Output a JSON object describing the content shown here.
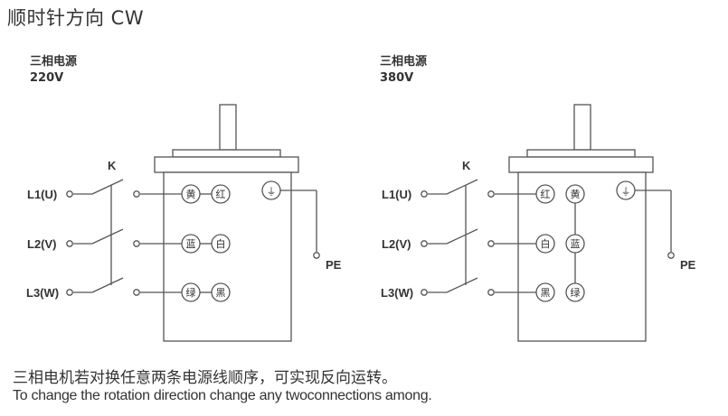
{
  "title": "顺时针方向 CW",
  "diagrams": [
    {
      "source_label": "三相电源",
      "voltage": "220V",
      "switch_label": "K",
      "lines": [
        "L1(U)",
        "L2(V)",
        "L3(W)"
      ],
      "terminals": [
        [
          "黄",
          "红"
        ],
        [
          "蓝",
          "白"
        ],
        [
          "绿",
          "黑"
        ]
      ],
      "connection": "direct",
      "ground_symbol": "⏚",
      "pe_label": "PE"
    },
    {
      "source_label": "三相电源",
      "voltage": "380V",
      "switch_label": "K",
      "lines": [
        "L1(U)",
        "L2(V)",
        "L3(W)"
      ],
      "terminals": [
        [
          "红",
          "黄"
        ],
        [
          "白",
          "蓝"
        ],
        [
          "黑",
          "绿"
        ]
      ],
      "connection": "star",
      "ground_symbol": "⏚",
      "pe_label": "PE"
    }
  ],
  "caption": {
    "cn": "三相电机若对换任意两条电源线顺序，可实现反向运转。",
    "en": "To change the rotation direction change any twoconnections among."
  }
}
